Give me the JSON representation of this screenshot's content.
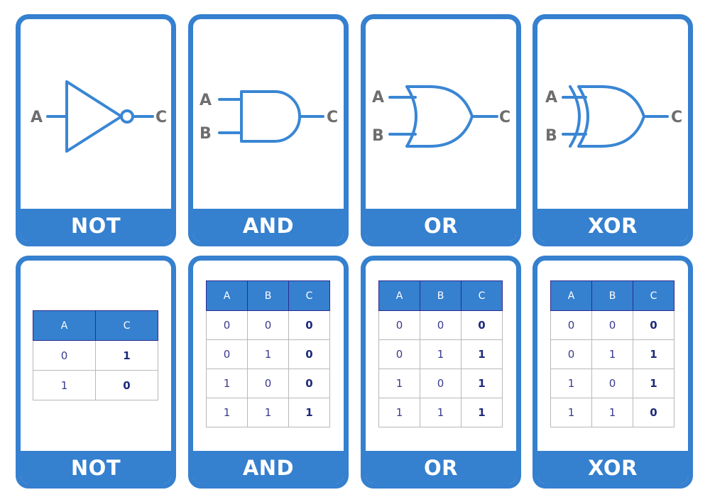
{
  "colors": {
    "card_blue": "#3580cf",
    "gate_stroke": "#3a86d4",
    "pin_label": "#6e6e6e",
    "table_header_border": "#2b2c8f"
  },
  "gate_cards": [
    {
      "title": "NOT",
      "gate": "not",
      "inputs": [
        "A"
      ],
      "output": "C",
      "icon": "not-gate-icon"
    },
    {
      "title": "AND",
      "gate": "and",
      "inputs": [
        "A",
        "B"
      ],
      "output": "C",
      "icon": "and-gate-icon"
    },
    {
      "title": "OR",
      "gate": "or",
      "inputs": [
        "A",
        "B"
      ],
      "output": "C",
      "icon": "or-gate-icon"
    },
    {
      "title": "XOR",
      "gate": "xor",
      "inputs": [
        "A",
        "B"
      ],
      "output": "C",
      "icon": "xor-gate-icon"
    }
  ],
  "table_cards": [
    {
      "title": "NOT",
      "headers": [
        "A",
        "C"
      ],
      "rows": [
        [
          "0",
          "1"
        ],
        [
          "1",
          "0"
        ]
      ]
    },
    {
      "title": "AND",
      "headers": [
        "A",
        "B",
        "C"
      ],
      "rows": [
        [
          "0",
          "0",
          "0"
        ],
        [
          "0",
          "1",
          "0"
        ],
        [
          "1",
          "0",
          "0"
        ],
        [
          "1",
          "1",
          "1"
        ]
      ]
    },
    {
      "title": "OR",
      "headers": [
        "A",
        "B",
        "C"
      ],
      "rows": [
        [
          "0",
          "0",
          "0"
        ],
        [
          "0",
          "1",
          "1"
        ],
        [
          "1",
          "0",
          "1"
        ],
        [
          "1",
          "1",
          "1"
        ]
      ]
    },
    {
      "title": "XOR",
      "headers": [
        "A",
        "B",
        "C"
      ],
      "rows": [
        [
          "0",
          "0",
          "0"
        ],
        [
          "0",
          "1",
          "1"
        ],
        [
          "1",
          "0",
          "1"
        ],
        [
          "1",
          "1",
          "0"
        ]
      ]
    }
  ]
}
